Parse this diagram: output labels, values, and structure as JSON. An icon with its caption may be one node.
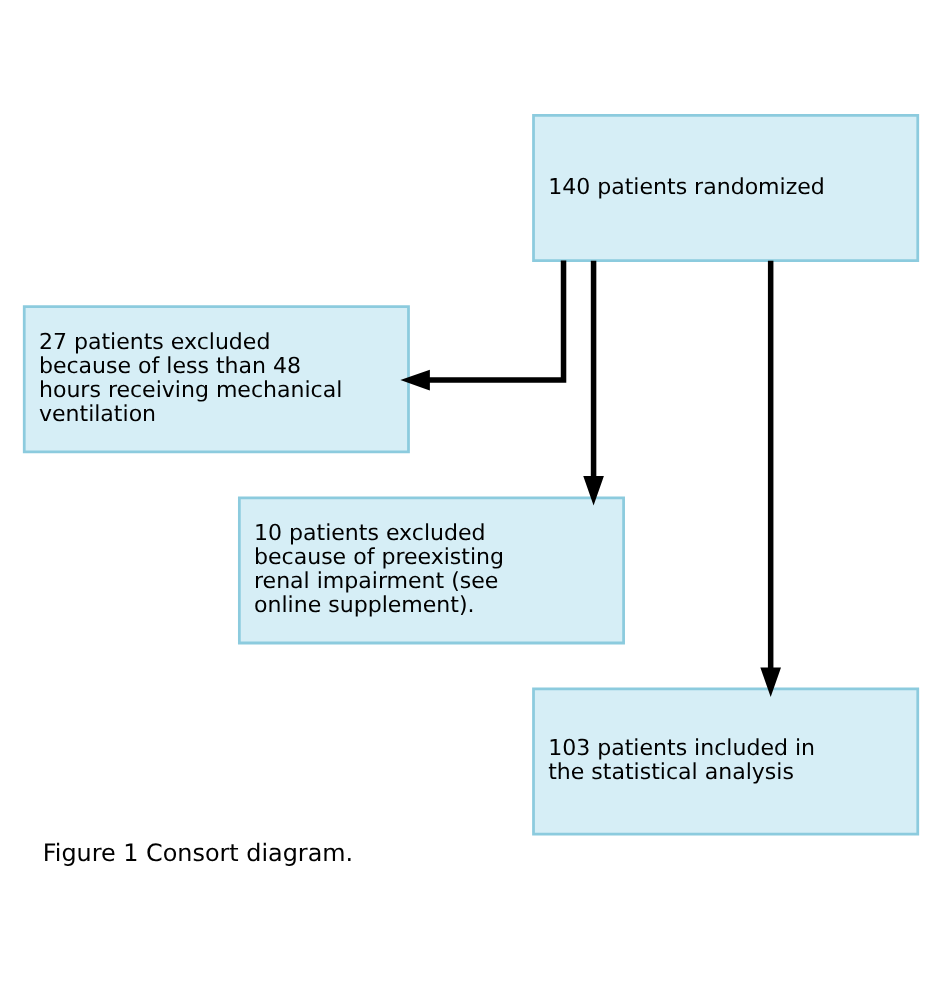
{
  "diagram": {
    "caption": "Figure 1 Consort diagram.",
    "nodes": [
      {
        "text": [
          "140 patients randomized"
        ]
      },
      {
        "text": [
          "27 patients excluded because of less than 48 hours receiving mechanical ventilation"
        ]
      },
      {
        "text": [
          "10 patients excluded because of preexisting renal impairment (see online supplement)."
        ]
      },
      {
        "text": [
          "103 patients included in the statistical analysis"
        ]
      }
    ],
    "edges": [
      {
        "from": 0,
        "to": 1,
        "arrow": "to"
      },
      {
        "from": 0,
        "to": 2,
        "arrow": "to"
      },
      {
        "from": 0,
        "to": 3,
        "arrow": "to"
      }
    ]
  }
}
